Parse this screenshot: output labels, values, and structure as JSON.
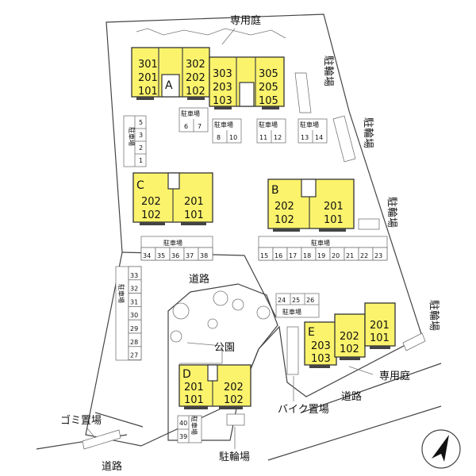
{
  "units": {
    "A_left": [
      "301",
      "201",
      "101"
    ],
    "A_mid": [
      "302",
      "202",
      "102"
    ],
    "A_r1": [
      "303",
      "203",
      "103"
    ],
    "A_r2": [
      "305",
      "205",
      "105"
    ],
    "C_left": [
      "202",
      "102"
    ],
    "C_right": [
      "201",
      "101"
    ],
    "B_left": [
      "202",
      "102"
    ],
    "B_right": [
      "201",
      "101"
    ],
    "E_1": [
      "203",
      "103"
    ],
    "E_2": [
      "202",
      "102"
    ],
    "E_3": [
      "201",
      "101"
    ],
    "D_left": [
      "201",
      "101"
    ],
    "D_right": [
      "202",
      "102"
    ]
  },
  "building_letters": {
    "A": "A",
    "B": "B",
    "C": "C",
    "D": "D",
    "E": "E"
  },
  "labels": {
    "private_garden_top": "専用庭",
    "private_garden_e": "専用庭",
    "bike_parking_1": "駐輪場",
    "bike_parking_2": "駐輪場",
    "bike_parking_3": "駐輪場",
    "bike_parking_4": "駐輪場",
    "bike_parking_d": "駐輪場",
    "parking": "駐車場",
    "road_center": "道路",
    "road_right": "道路",
    "road_bottom": "道路",
    "park": "公園",
    "garbage": "ゴミ置場",
    "moto_parking": "バイク置場"
  },
  "parking_numbers": {
    "lot_a1": [
      "6",
      "7"
    ],
    "lot_a2": [
      "8",
      "10"
    ],
    "lot_a3": [
      "11",
      "12"
    ],
    "lot_a4": [
      "13",
      "14"
    ],
    "left_col": [
      "5",
      "3",
      "2",
      "1"
    ],
    "c_row": [
      "34",
      "35",
      "36",
      "37",
      "38"
    ],
    "b_row": [
      "15",
      "16",
      "17",
      "18",
      "19",
      "20",
      "21",
      "22",
      "23"
    ],
    "mid_col": [
      "33",
      "32",
      "31",
      "30",
      "29",
      "28",
      "27"
    ],
    "mid_row": [
      "24",
      "25",
      "26"
    ],
    "d_col": [
      "40",
      "39"
    ]
  }
}
